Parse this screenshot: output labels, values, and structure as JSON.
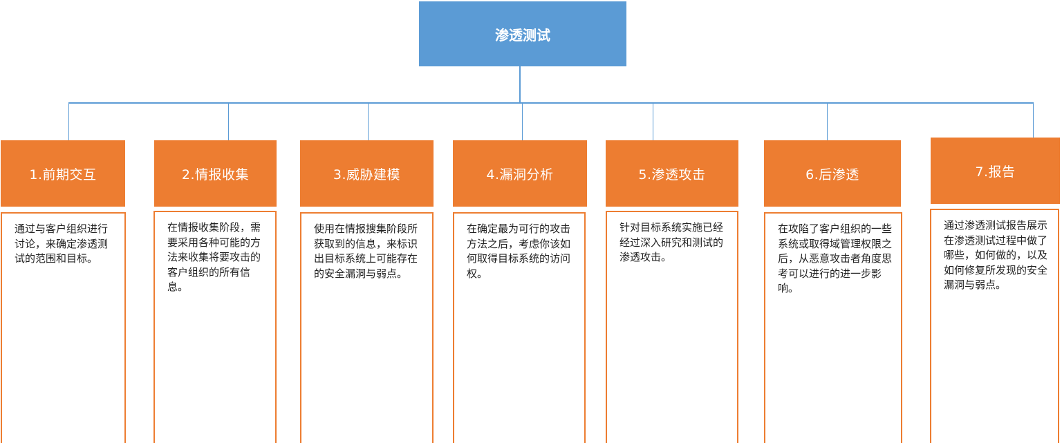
{
  "root": {
    "title": "渗透测试"
  },
  "phases": [
    {
      "title": "1.前期交互",
      "desc": "通过与客户组织进行讨论，来确定渗透测试的范围和目标。"
    },
    {
      "title": "2.情报收集",
      "desc": "在情报收集阶段，需要采用各种可能的方法来收集将要攻击的客户组织的所有信息。"
    },
    {
      "title": "3.威胁建模",
      "desc": "使用在情报搜集阶段所获取到的信息，来标识出目标系统上可能存在的安全漏洞与弱点。"
    },
    {
      "title": "4.漏洞分析",
      "desc": "在确定最为可行的攻击方法之后，考虑你该如何取得目标系统的访问权。"
    },
    {
      "title": "5.渗透攻击",
      "desc": "针对目标系统实施已经经过深入研究和测试的渗透攻击。"
    },
    {
      "title": "6.后渗透",
      "desc": "在攻陷了客户组织的一些系统或取得域管理权限之后，从恶意攻击者角度思考可以进行的进一步影响。"
    },
    {
      "title": "7.报告",
      "desc": "通过渗透测试报告展示在渗透测试过程中做了哪些，如何做的，以及如何修复所发现的安全漏洞与弱点。"
    }
  ],
  "colors": {
    "root_fill": "#5b9bd5",
    "phase_fill": "#ed7d31",
    "phase_border": "#ed7d31",
    "connector": "#5b9bd5"
  }
}
